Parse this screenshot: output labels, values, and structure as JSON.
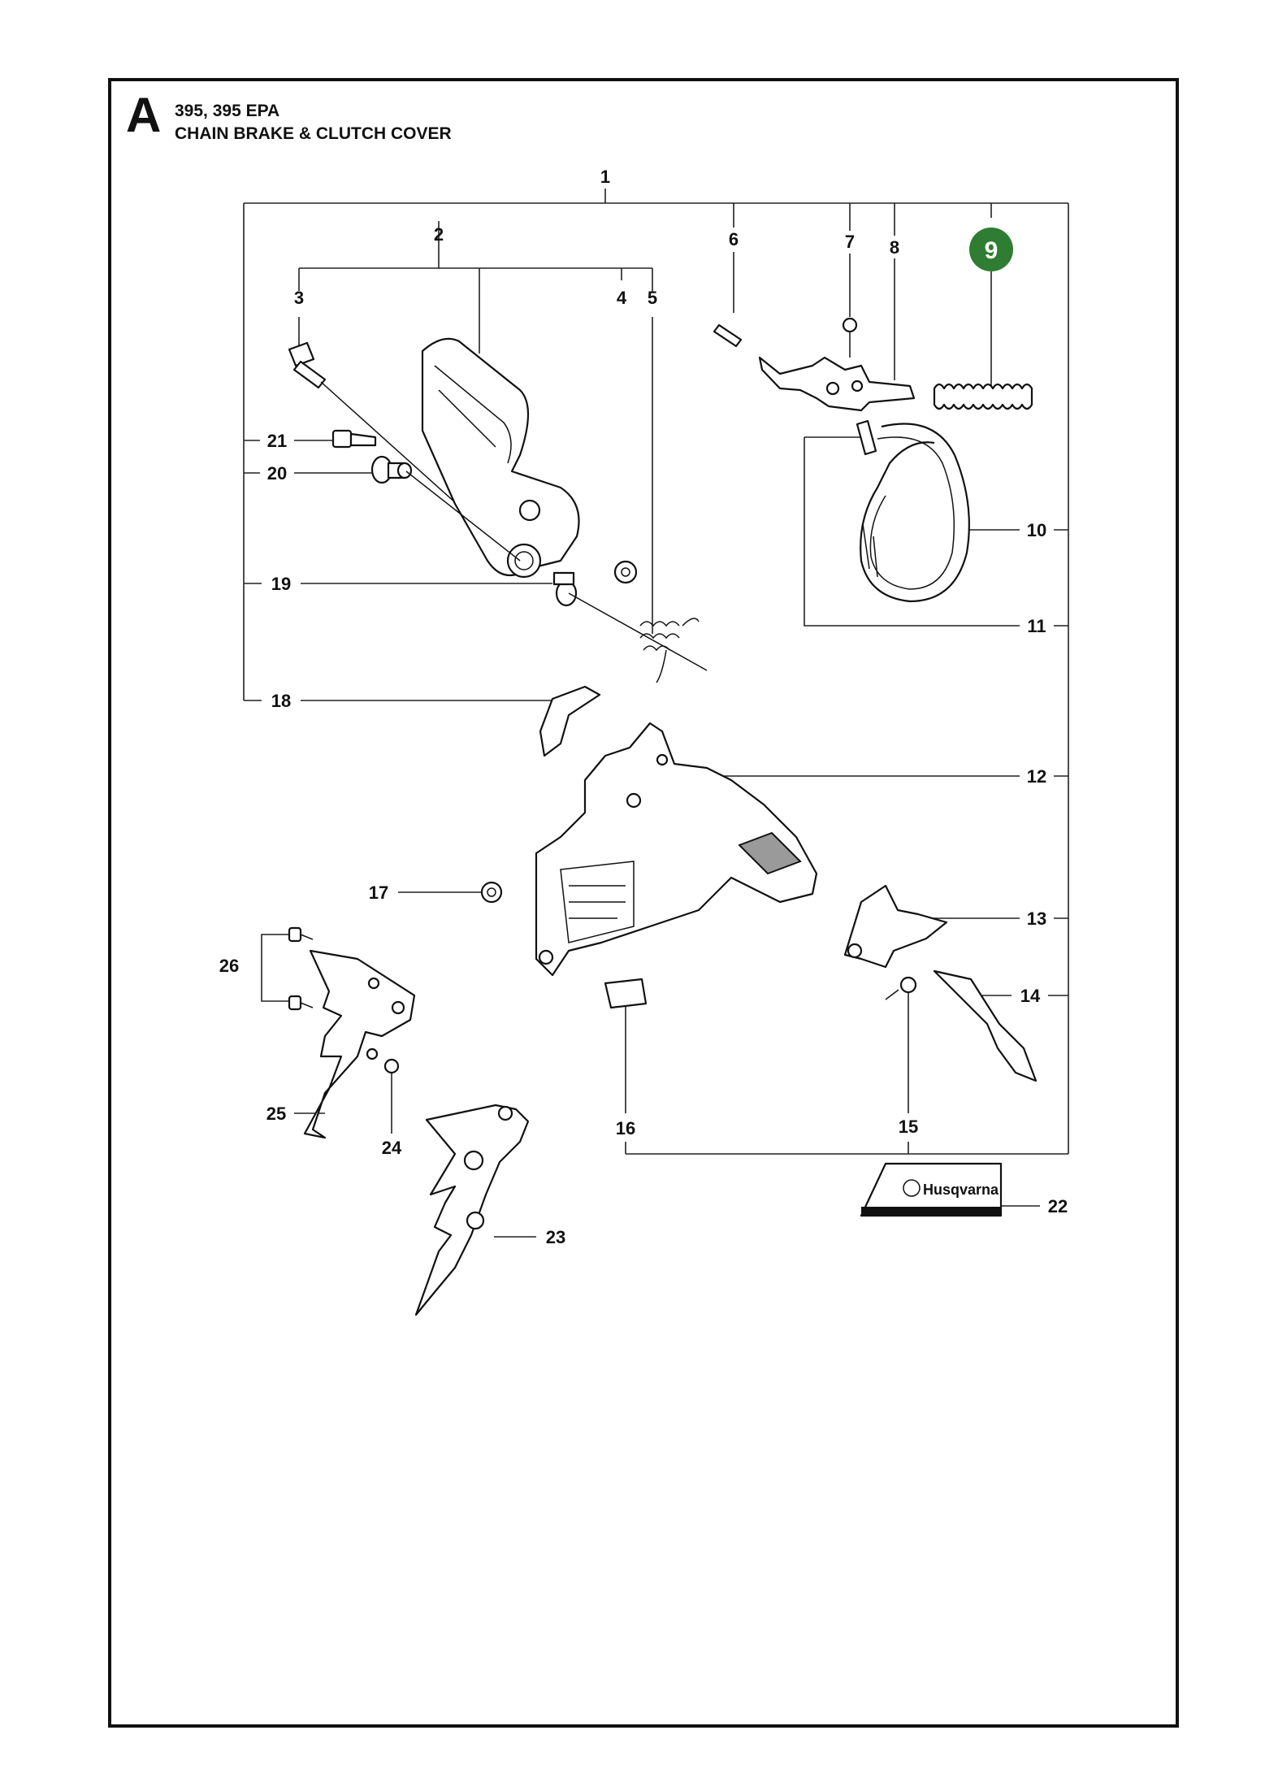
{
  "header": {
    "section_letter": "A",
    "model": "395, 395 EPA",
    "title": "CHAIN BRAKE & CLUTCH COVER"
  },
  "callouts": {
    "c1": "1",
    "c2": "2",
    "c3": "3",
    "c4": "4",
    "c5": "5",
    "c6": "6",
    "c7": "7",
    "c8": "8",
    "c9": "9",
    "c10": "10",
    "c11": "11",
    "c12": "12",
    "c13": "13",
    "c14": "14",
    "c15": "15",
    "c16": "16",
    "c17": "17",
    "c18": "18",
    "c19": "19",
    "c20": "20",
    "c21": "21",
    "c22": "22",
    "c23": "23",
    "c24": "24",
    "c25": "25",
    "c26": "26"
  },
  "highlight": {
    "callout": "9",
    "color": "#2e7d32"
  },
  "decal": {
    "brand": "Husqvarna"
  }
}
